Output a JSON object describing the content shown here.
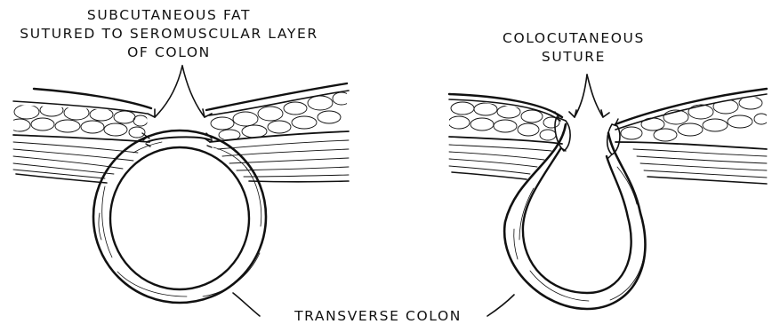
{
  "labels": {
    "left_line1": "SUBCUTANEOUS FAT",
    "left_line2": "SUTURED TO SEROMUSCULAR LAYER",
    "left_line3": "OF COLON",
    "right_line1": "COLOCUTANEOUS",
    "right_line2": "SUTURE",
    "bottom": "TRANSVERSE COLON"
  },
  "colors": {
    "ink": "#111111",
    "background": "#ffffff"
  }
}
